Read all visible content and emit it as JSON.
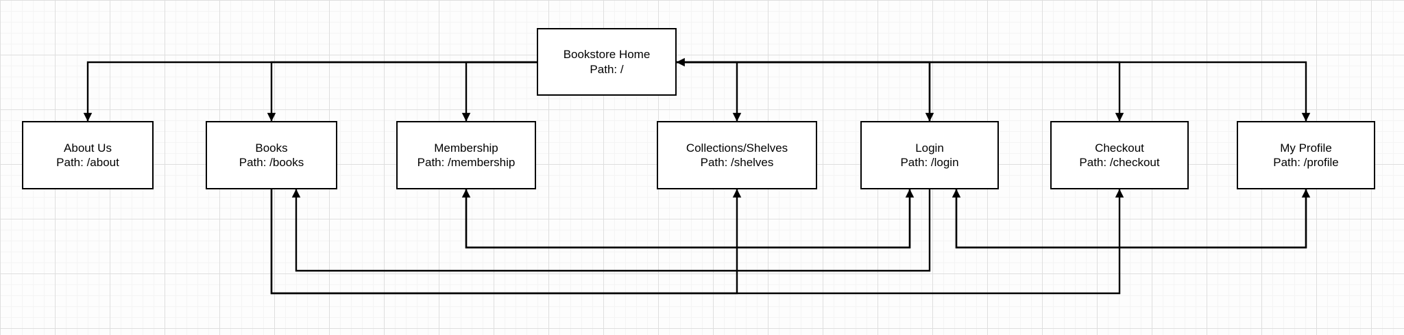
{
  "diagram": {
    "type": "sitemap-flowchart",
    "app_context": "drawio-style diagram canvas",
    "colors": {
      "line": "#000000",
      "node_fill": "#ffffff",
      "node_border": "#000000",
      "grid_minor": "#f4f4f4",
      "grid_major": "#dedede",
      "canvas": "#fdfdfd"
    },
    "nodes": [
      {
        "id": "home",
        "title": "Bookstore Home",
        "path": "Path: /"
      },
      {
        "id": "about",
        "title": "About Us",
        "path": "Path: /about"
      },
      {
        "id": "books",
        "title": "Books",
        "path": "Path: /books"
      },
      {
        "id": "membership",
        "title": "Membership",
        "path": "Path: /membership"
      },
      {
        "id": "shelves",
        "title": "Collections/Shelves",
        "path": "Path: /shelves"
      },
      {
        "id": "login",
        "title": "Login",
        "path": "Path: /login"
      },
      {
        "id": "checkout",
        "title": "Checkout",
        "path": "Path: /checkout"
      },
      {
        "id": "profile",
        "title": "My Profile",
        "path": "Path: /profile"
      }
    ],
    "edges": [
      {
        "from": "home",
        "to": "about"
      },
      {
        "from": "home",
        "to": "books"
      },
      {
        "from": "home",
        "to": "membership"
      },
      {
        "from": "home",
        "to": "shelves"
      },
      {
        "from": "home",
        "to": "login"
      },
      {
        "from": "home",
        "to": "checkout"
      },
      {
        "from": "home",
        "to": "profile"
      },
      {
        "from": "login",
        "to": "home"
      },
      {
        "from": "books",
        "to": "shelves"
      },
      {
        "from": "books",
        "to": "checkout"
      },
      {
        "from": "login",
        "to": "books"
      },
      {
        "from": "login",
        "to": "membership"
      },
      {
        "from": "membership",
        "to": "login"
      },
      {
        "from": "login",
        "to": "profile"
      },
      {
        "from": "profile",
        "to": "login"
      }
    ]
  }
}
